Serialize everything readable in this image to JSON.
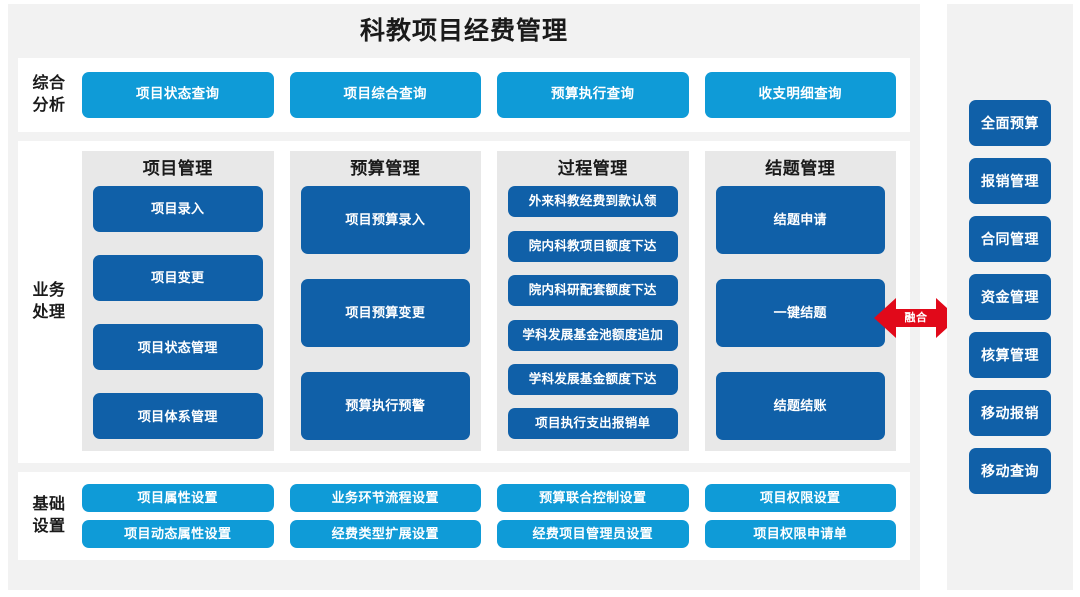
{
  "header": {
    "title": "科教项目经费管理"
  },
  "colors": {
    "accent_light_blue": "#0f9bd7",
    "accent_dark_blue": "#1060a8",
    "panel_background": "#f2f2f2",
    "card_background": "#e8e8e8",
    "section_background": "#ffffff",
    "fusion_red": "#e1091a",
    "text_dark": "#1a1a1a"
  },
  "sections": {
    "analysis": {
      "label_line1": "综合",
      "label_line2": "分析",
      "buttons": [
        {
          "label": "项目状态查询"
        },
        {
          "label": "项目综合查询"
        },
        {
          "label": "预算执行查询"
        },
        {
          "label": "收支明细查询"
        }
      ]
    },
    "business": {
      "label_line1": "业务",
      "label_line2": "处理",
      "columns": [
        {
          "title": "项目管理",
          "items": [
            {
              "label": "项目录入"
            },
            {
              "label": "项目变更"
            },
            {
              "label": "项目状态管理"
            },
            {
              "label": "项目体系管理"
            }
          ]
        },
        {
          "title": "预算管理",
          "items": [
            {
              "label": "项目预算录入"
            },
            {
              "label": "项目预算变更"
            },
            {
              "label": "预算执行预警"
            }
          ]
        },
        {
          "title": "过程管理",
          "items": [
            {
              "label": "外来科教经费到款认领"
            },
            {
              "label": "院内科教项目额度下达"
            },
            {
              "label": "院内科研配套额度下达"
            },
            {
              "label": "学科发展基金池额度追加"
            },
            {
              "label": "学科发展基金额度下达"
            },
            {
              "label": "项目执行支出报销单"
            }
          ]
        },
        {
          "title": "结题管理",
          "items": [
            {
              "label": "结题申请"
            },
            {
              "label": "一键结题"
            },
            {
              "label": "结题结账"
            }
          ]
        }
      ]
    },
    "settings": {
      "label_line1": "基础",
      "label_line2": "设置",
      "rows": [
        [
          {
            "label": "项目属性设置"
          },
          {
            "label": "业务环节流程设置"
          },
          {
            "label": "预算联合控制设置"
          },
          {
            "label": "项目权限设置"
          }
        ],
        [
          {
            "label": "项目动态属性设置"
          },
          {
            "label": "经费类型扩展设置"
          },
          {
            "label": "经费项目管理员设置"
          },
          {
            "label": "项目权限申请单"
          }
        ]
      ]
    }
  },
  "fusion": {
    "label": "融合",
    "icon": "double-arrow-horizontal-icon"
  },
  "sidebar": {
    "items": [
      {
        "label": "全面预算"
      },
      {
        "label": "报销管理"
      },
      {
        "label": "合同管理"
      },
      {
        "label": "资金管理"
      },
      {
        "label": "核算管理"
      },
      {
        "label": "移动报销"
      },
      {
        "label": "移动查询"
      }
    ]
  }
}
